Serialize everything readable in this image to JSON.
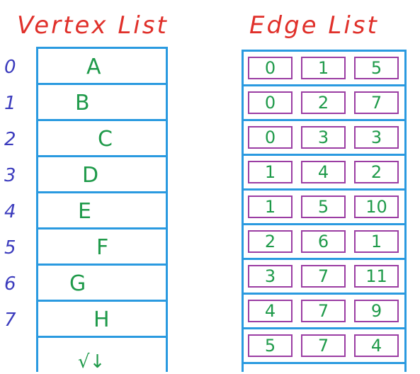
{
  "titles": {
    "vertex": "Vertex List",
    "edge": "Edge List"
  },
  "vertices": [
    {
      "index": "0",
      "label": "A"
    },
    {
      "index": "1",
      "label": "B"
    },
    {
      "index": "2",
      "label": "C"
    },
    {
      "index": "3",
      "label": "D"
    },
    {
      "index": "4",
      "label": "E"
    },
    {
      "index": "5",
      "label": "F"
    },
    {
      "index": "6",
      "label": "G"
    },
    {
      "index": "7",
      "label": "H"
    }
  ],
  "vertex_continuation": "√↓",
  "edges": [
    [
      "0",
      "1",
      "5"
    ],
    [
      "0",
      "2",
      "7"
    ],
    [
      "0",
      "3",
      "3"
    ],
    [
      "1",
      "4",
      "2"
    ],
    [
      "1",
      "5",
      "10"
    ],
    [
      "2",
      "6",
      "1"
    ],
    [
      "3",
      "7",
      "11"
    ],
    [
      "4",
      "7",
      "9"
    ],
    [
      "5",
      "7",
      "4"
    ]
  ],
  "colors": {
    "title": "#e0302a",
    "list_border": "#2a9ae0",
    "cell_border": "#9b3da3",
    "values": "#1f9a4a",
    "indices": "#3b3bbd"
  }
}
